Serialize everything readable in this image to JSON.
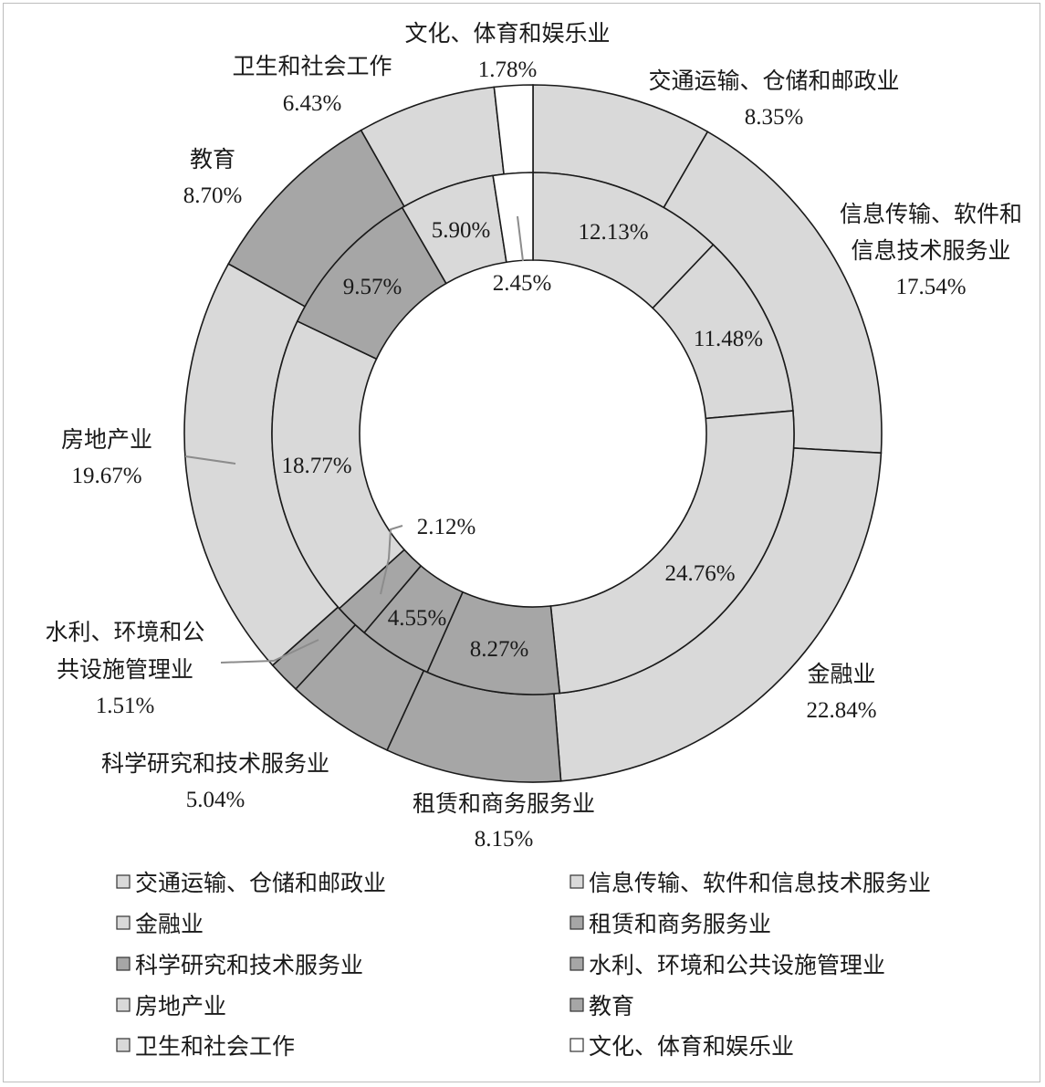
{
  "chart_data": {
    "type": "pie",
    "variant": "double-donut",
    "title": "",
    "categories": [
      "交通运输、仓储和邮政业",
      "信息传输、软件和信息技术服务业",
      "金融业",
      "租赁和商务服务业",
      "科学研究和技术服务业",
      "水利、环境和公共设施管理业",
      "房地产业",
      "教育",
      "卫生和社会工作",
      "文化、体育和娱乐业"
    ],
    "colors": [
      "#d9d9d9",
      "#d9d9d9",
      "#d9d9d9",
      "#a6a6a6",
      "#a6a6a6",
      "#a6a6a6",
      "#d9d9d9",
      "#a6a6a6",
      "#d9d9d9",
      "#ffffff"
    ],
    "series": [
      {
        "ring": "outer",
        "values": [
          8.35,
          17.54,
          22.84,
          8.15,
          5.04,
          1.51,
          19.67,
          8.7,
          6.43,
          1.78
        ],
        "value_labels": [
          "8.35%",
          "17.54%",
          "22.84%",
          "8.15%",
          "5.04%",
          "1.51%",
          "19.67%",
          "8.70%",
          "6.43%",
          "1.78%"
        ]
      },
      {
        "ring": "inner",
        "values": [
          12.13,
          11.48,
          24.76,
          8.27,
          4.55,
          2.12,
          18.77,
          9.57,
          5.9,
          2.45
        ],
        "value_labels": [
          "12.13%",
          "11.48%",
          "24.76%",
          "8.27%",
          "4.55%",
          "2.12%",
          "18.77%",
          "9.57%",
          "5.90%",
          "2.45%"
        ]
      }
    ],
    "outer_category_labels": [
      [
        "交通运输、仓储和邮政业"
      ],
      [
        "信息传输、软件和",
        "信息技术服务业"
      ],
      [
        "金融业"
      ],
      [
        "租赁和商务服务业"
      ],
      [
        "科学研究和技术服务业"
      ],
      [
        "水利、环境和公",
        "共设施管理业"
      ],
      [
        "房地产业"
      ],
      [
        "教育"
      ],
      [
        "卫生和社会工作"
      ],
      [
        "文化、体育和娱乐业"
      ]
    ],
    "legend": {
      "position": "bottom",
      "columns": 2,
      "items": [
        "交通运输、仓储和邮政业",
        "信息传输、软件和信息技术服务业",
        "金融业",
        "租赁和商务服务业",
        "科学研究和技术服务业",
        "水利、环境和公共设施管理业",
        "房地产业",
        "教育",
        "卫生和社会工作",
        "文化、体育和娱乐业"
      ]
    }
  }
}
